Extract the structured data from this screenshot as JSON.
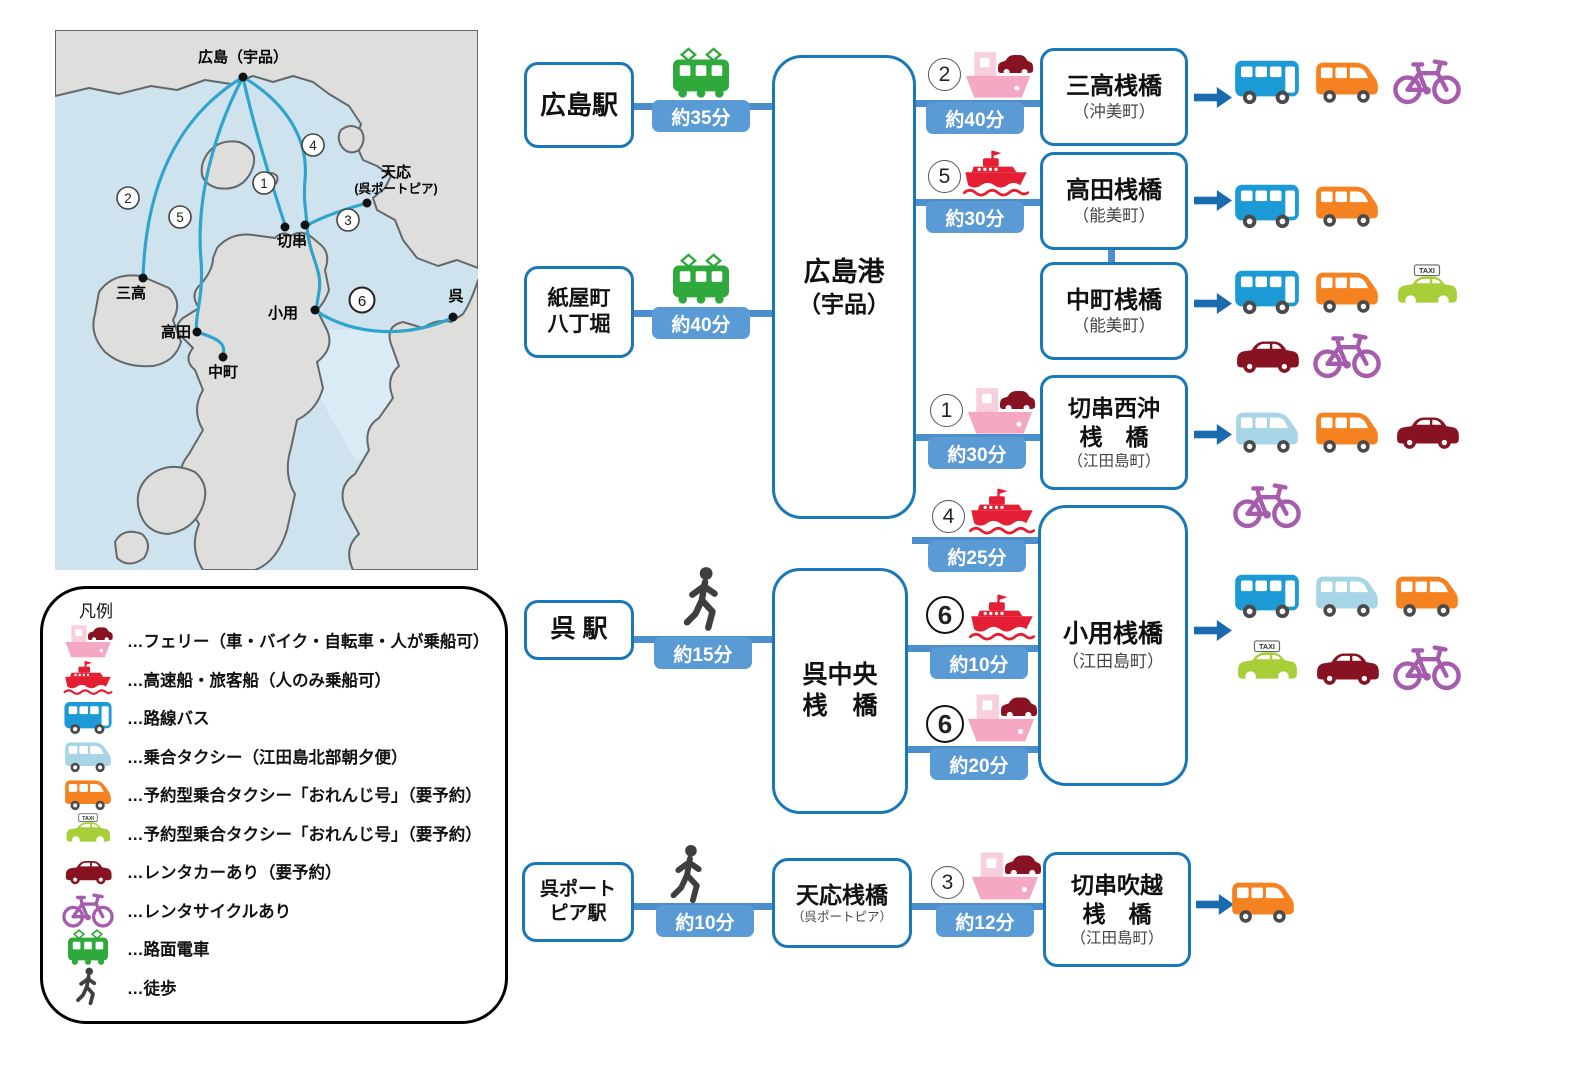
{
  "colors": {
    "box_border": "#1878b8",
    "line_blue": "#4d8fcc",
    "pill_bg": "#5b9bd5",
    "arrow_blue": "#1a6ab0",
    "ferry_pink": "#f5a8c4",
    "ferry_cabin_pink": "#f8cfdd",
    "speedboat_red": "#e51f33",
    "bus_blue": "#1c9ad6",
    "shared_van_blue": "#a7d5e6",
    "orange_van": "#f58220",
    "taxi_green": "#a8ce38",
    "rental_car_red": "#871222",
    "bicycle_purple": "#a55cac",
    "tram_green": "#2fa83c",
    "walk_gray": "#3f3f3f",
    "map_sea": "#cfe3ef",
    "map_land": "#dededd",
    "route_cyan": "#2fa5cc"
  },
  "map": {
    "labels": {
      "hiroshima": "広島（宇品）",
      "teno": "天応",
      "teno_sub": "(呉ポートピア)",
      "kirikushi": "切串",
      "mitaka": "三高",
      "takata": "高田",
      "nakamachi": "中町",
      "koyo": "小用",
      "kure": "呉"
    },
    "numbers": {
      "n1": "1",
      "n2": "2",
      "n3": "3",
      "n4": "4",
      "n5": "5",
      "n6": "6"
    }
  },
  "legend": {
    "title": "凡例",
    "items": [
      {
        "icon": "ferry-icon",
        "label": "…フェリー（車・バイク・自転車・人が乗船可）"
      },
      {
        "icon": "speedboat-icon",
        "label": "…高速船・旅客船（人のみ乗船可）"
      },
      {
        "icon": "bus-icon",
        "label": "…路線バス"
      },
      {
        "icon": "shared-taxi-van-icon",
        "label": "…乗合タクシー（江田島北部朝夕便）"
      },
      {
        "icon": "orange-taxi-van-icon",
        "label": "…予約型乗合タクシー「おれんじ号」（要予約）"
      },
      {
        "icon": "green-taxi-icon",
        "label": "…予約型乗合タクシー「おれんじ号」（要予約）"
      },
      {
        "icon": "rental-car-icon",
        "label": "…レンタカーあり（要予約）"
      },
      {
        "icon": "bicycle-icon",
        "label": "…レンタサイクルあり"
      },
      {
        "icon": "tram-icon",
        "label": "…路面電車"
      },
      {
        "icon": "walk-icon",
        "label": "…徒歩"
      }
    ]
  },
  "flow": {
    "arrow_icon": "arrow-right-icon",
    "origins": {
      "hiroshima_station": {
        "label": "広島駅"
      },
      "kamiyacho": {
        "line1": "紙屋町",
        "line2": "八丁堀"
      },
      "kure_station": {
        "label": "呉 駅"
      },
      "kure_portopia": {
        "line1": "呉ポート",
        "line2": "ピア駅"
      }
    },
    "hubs": {
      "hiroshima_port": {
        "line1": "広島港",
        "line2": "（宇品）"
      },
      "kure_chuo": {
        "line1": "呉中央",
        "line2": "桟　橋"
      },
      "teno": {
        "name": "天応桟橋",
        "sub": "（呉ポートピア）"
      }
    },
    "destinations": {
      "mitaka": {
        "name": "三高桟橋",
        "sub": "（沖美町）",
        "icons_row1": [
          "bus-icon",
          "orange-taxi-van-icon",
          "bicycle-icon"
        ]
      },
      "takata": {
        "name": "高田桟橋",
        "sub": "（能美町）",
        "icons_row1": [
          "bus-icon",
          "orange-taxi-van-icon"
        ]
      },
      "nakamachi": {
        "name": "中町桟橋",
        "sub": "（能美町）",
        "icons_row1": [
          "bus-icon",
          "orange-taxi-van-icon",
          "green-taxi-icon"
        ],
        "icons_row2": [
          "rental-car-icon",
          "bicycle-icon"
        ]
      },
      "kirikushi_nishioki": {
        "name": "切串西沖",
        "name2": "桟　橋",
        "sub": "（江田島町）",
        "icons_row1": [
          "shared-taxi-van-icon",
          "orange-taxi-van-icon",
          "rental-car-icon"
        ],
        "icons_row2": [
          "bicycle-icon"
        ]
      },
      "koyo": {
        "name": "小用桟橋",
        "sub": "（江田島町）",
        "icons_row1": [
          "bus-icon",
          "shared-taxi-van-icon",
          "orange-taxi-van-icon"
        ],
        "icons_row2": [
          "green-taxi-icon",
          "rental-car-icon",
          "bicycle-icon"
        ]
      },
      "kirikushi_fukikoshi": {
        "name": "切串吹越",
        "name2": "桟　橋",
        "sub": "（江田島町）",
        "icons_row1": [
          "orange-taxi-van-icon"
        ]
      }
    },
    "segments": {
      "hiroshima_to_port": {
        "icon": "tram-icon",
        "time": "約35分"
      },
      "kamiyacho_to_port": {
        "icon": "tram-icon",
        "time": "約40分"
      },
      "kure_to_chuo": {
        "icon": "walk-icon",
        "time": "約15分"
      },
      "portopia_to_teno": {
        "icon": "walk-icon",
        "time": "約10分"
      },
      "route2": {
        "number": "2",
        "icon": "ferry-icon",
        "time": "約40分"
      },
      "route5": {
        "number": "5",
        "icon": "speedboat-icon",
        "time": "約30分"
      },
      "route1": {
        "number": "1",
        "icon": "ferry-icon",
        "time": "約30分"
      },
      "route4": {
        "number": "4",
        "icon": "speedboat-icon",
        "time": "約25分"
      },
      "route6_fast": {
        "number": "6",
        "icon": "speedboat-icon",
        "time": "約10分"
      },
      "route6_ferry": {
        "number": "6",
        "icon": "ferry-icon",
        "time": "約20分"
      },
      "route3": {
        "number": "3",
        "icon": "ferry-icon",
        "time": "約12分"
      }
    }
  }
}
